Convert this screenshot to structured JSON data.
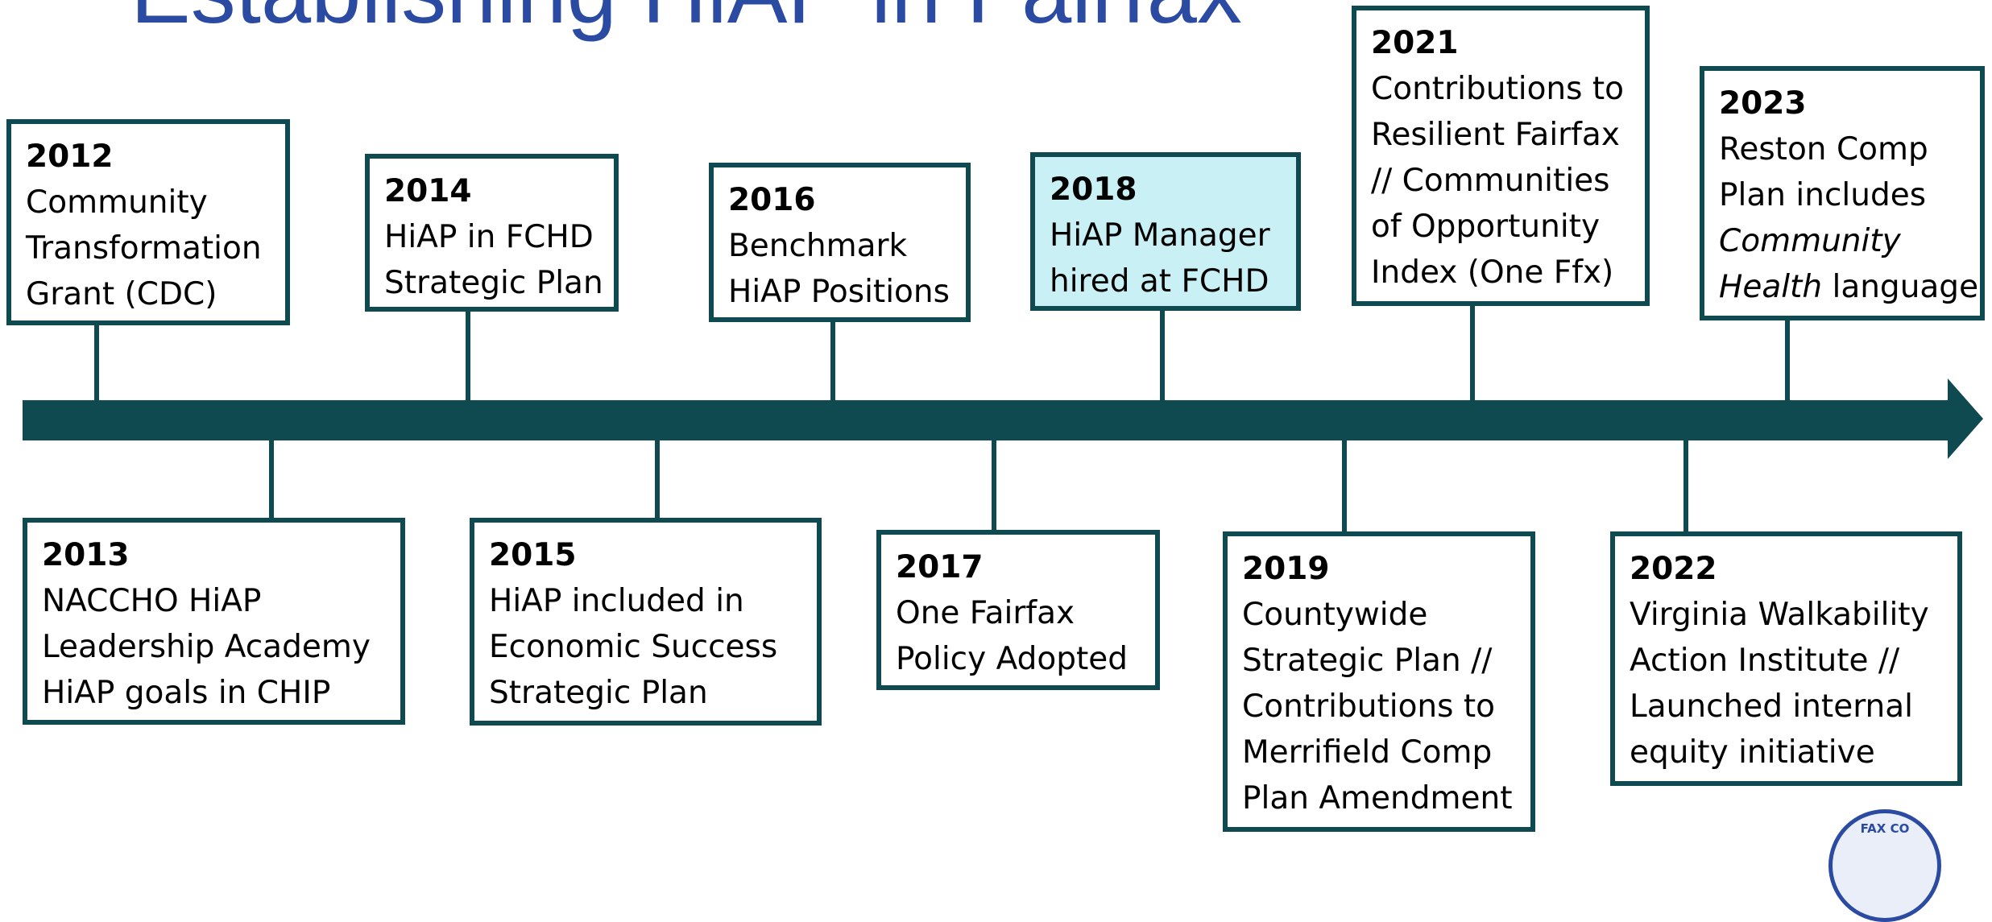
{
  "title": "Establishing HiAP in Fairfax",
  "colors": {
    "axis": "#0e4a50",
    "box_border": "#0e4a50",
    "highlight": "#c9f1f5",
    "title": "#2b4ba3"
  },
  "seal": {
    "text": "FAX CO"
  },
  "events_above": [
    {
      "year": "2012",
      "lines": [
        "Community",
        "Transformation",
        "Grant (CDC)"
      ]
    },
    {
      "year": "2014",
      "lines": [
        "HiAP in FCHD",
        "Strategic Plan"
      ]
    },
    {
      "year": "2016",
      "lines": [
        "Benchmark",
        "HiAP Positions"
      ]
    },
    {
      "year": "2018",
      "lines": [
        "HiAP Manager",
        "hired at FCHD"
      ],
      "highlight": true
    },
    {
      "year": "2021",
      "lines": [
        "Contributions to",
        "Resilient Fairfax",
        "// Communities",
        "of Opportunity",
        "Index (One Ffx)"
      ]
    },
    {
      "year": "2023",
      "lines": [
        "Reston Comp",
        "Plan includes",
        "Community",
        "Health language"
      ],
      "italic": [
        "Community",
        "Health"
      ]
    }
  ],
  "events_below": [
    {
      "year": "2013",
      "lines": [
        "NACCHO HiAP",
        "Leadership Academy",
        "HiAP goals in CHIP"
      ]
    },
    {
      "year": "2015",
      "lines": [
        "HiAP included in",
        "Economic Success",
        "Strategic Plan"
      ]
    },
    {
      "year": "2017",
      "lines": [
        "One Fairfax",
        "Policy Adopted"
      ]
    },
    {
      "year": "2019",
      "lines": [
        "Countywide",
        "Strategic Plan //",
        "Contributions to",
        "Merrifield Comp",
        "Plan Amendment"
      ]
    },
    {
      "year": "2022",
      "lines": [
        "Virginia Walkability",
        "Action Institute //",
        "Launched internal",
        "equity initiative"
      ]
    }
  ]
}
